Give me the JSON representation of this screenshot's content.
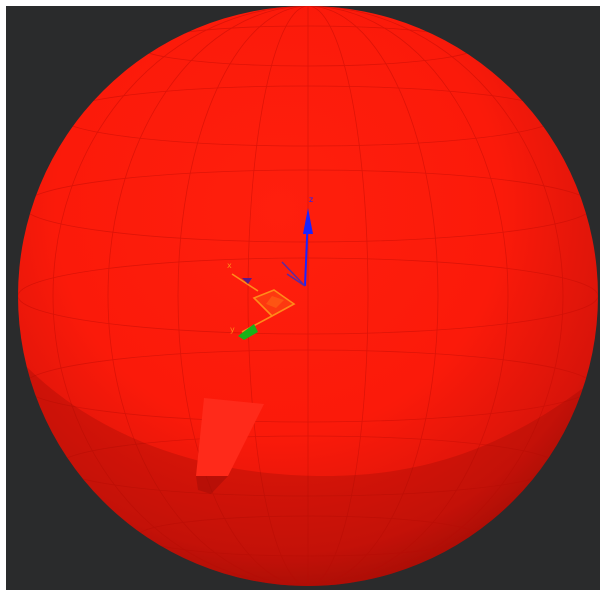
{
  "viewport": {
    "background_color": "#2a2b2c",
    "object": {
      "type": "sphere",
      "color": "#ff1a0a",
      "wireframe_color": "#c50e06"
    },
    "gizmo": {
      "x_label": "x",
      "y_label": "y",
      "z_label": "z",
      "x_color": "#ff8a1a",
      "y_color": "#19b219",
      "z_color": "#1a23ff",
      "plane_color": "#ff8a1a"
    }
  }
}
